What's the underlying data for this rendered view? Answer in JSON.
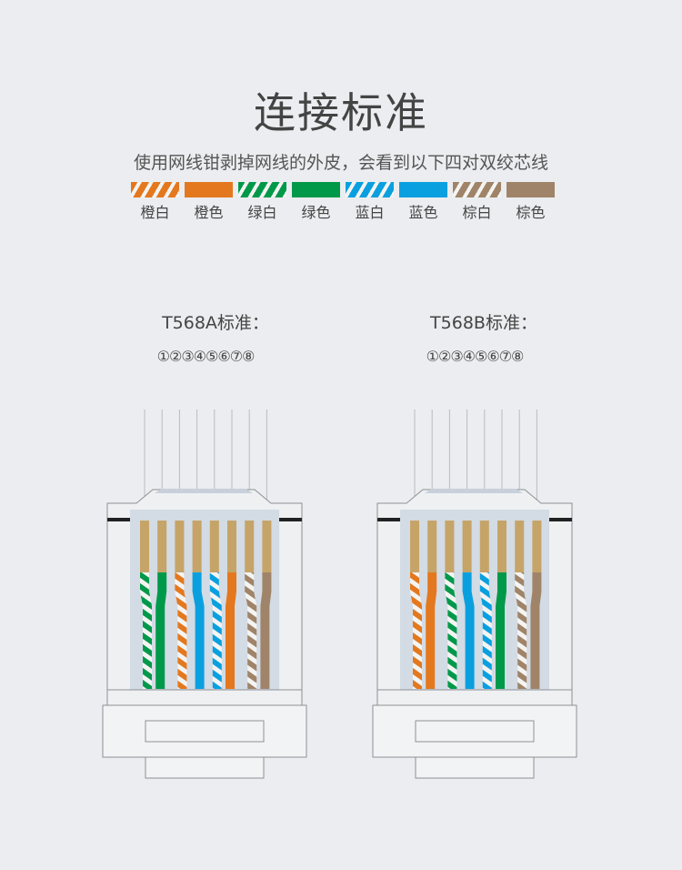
{
  "title": "连接标准",
  "subtitle": "使用网线钳剥掉网线的外皮，会看到以下四对双绞芯线",
  "colors": {
    "orange": "#e4781e",
    "green": "#00994a",
    "blue": "#0aa0e0",
    "brown": "#a08469",
    "gold": "#c6a468",
    "white": "#f4f4f2"
  },
  "legend": [
    {
      "label": "橙白",
      "color": "orange",
      "striped": true
    },
    {
      "label": "橙色",
      "color": "orange",
      "striped": false
    },
    {
      "label": "绿白",
      "color": "green",
      "striped": true
    },
    {
      "label": "绿色",
      "color": "green",
      "striped": false
    },
    {
      "label": "蓝白",
      "color": "blue",
      "striped": true
    },
    {
      "label": "蓝色",
      "color": "blue",
      "striped": false
    },
    {
      "label": "棕白",
      "color": "brown",
      "striped": true
    },
    {
      "label": "棕色",
      "color": "brown",
      "striped": false
    }
  ],
  "standards": [
    {
      "title": "T568A标准：",
      "pins": "①②③④⑤⑥⑦⑧",
      "wires": [
        "green-striped",
        "green",
        "orange-striped",
        "blue",
        "blue-striped",
        "orange",
        "brown-striped",
        "brown"
      ]
    },
    {
      "title": "T568B标准：",
      "pins": "①②③④⑤⑥⑦⑧",
      "wires": [
        "orange-striped",
        "orange",
        "green-striped",
        "blue",
        "blue-striped",
        "green",
        "brown-striped",
        "brown"
      ]
    }
  ]
}
